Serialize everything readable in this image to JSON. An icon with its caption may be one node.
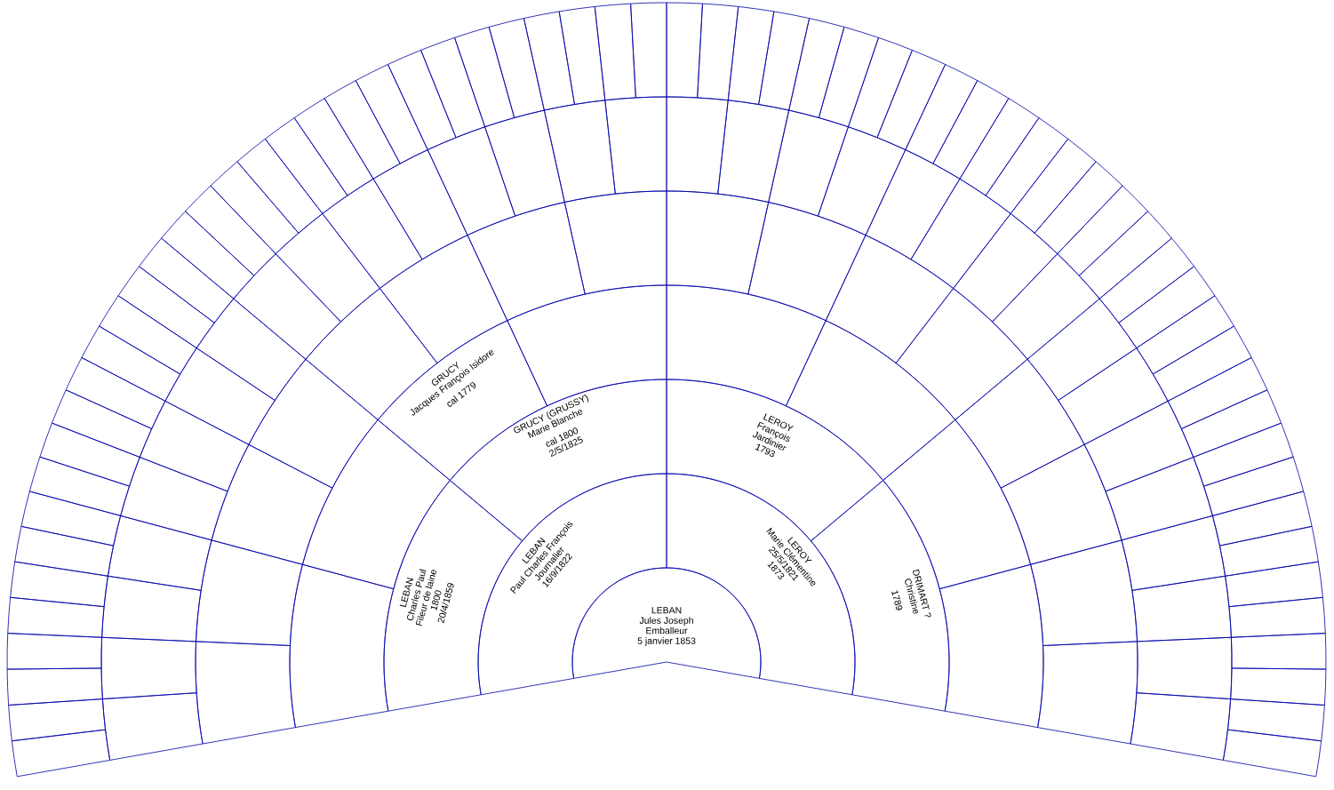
{
  "diagram": {
    "nodes": [
      {
        "text": [
          "LEBAN",
          "Jules Joseph",
          "Emballeur",
          "5 janvier 1853"
        ]
      },
      {
        "text": [
          "LEBAN",
          "Paul Charles François",
          "Journalier",
          "16/9/1822"
        ]
      },
      {
        "text": [
          "LEROY",
          "Marie Clémentine",
          "25/5/1821",
          "1873"
        ]
      },
      {
        "text": [
          "LEBAN",
          "Charles Paul",
          "Fileur de laine",
          "1800",
          "20/4/1859"
        ]
      },
      {
        "text": [
          "GRUCY (GRUSSY)",
          "Marie Blanche",
          "cal 1800",
          "2/5/1825"
        ]
      },
      {
        "text": [
          "LEROY",
          "François",
          "Jardinier",
          "1793"
        ]
      },
      {
        "text": [
          "DRIMART ?",
          "Christine",
          "1789"
        ]
      },
      {
        "text": [],
        "shape": "sector"
      },
      {
        "text": [],
        "shape": "sector"
      },
      {
        "text": [
          "GRUCY",
          "Jacques François Isidore",
          "cal 1779"
        ]
      },
      {
        "text": [],
        "shape": "sector"
      },
      {
        "text": [],
        "shape": "sector"
      },
      {
        "text": [],
        "shape": "sector"
      },
      {
        "text": [],
        "shape": "sector"
      },
      {
        "text": [],
        "shape": "sector"
      },
      {
        "text": [],
        "shape": "sector"
      },
      {
        "text": [],
        "shape": "sector"
      },
      {
        "text": [],
        "shape": "sector"
      },
      {
        "text": [],
        "shape": "sector"
      },
      {
        "text": [],
        "shape": "sector"
      },
      {
        "text": [],
        "shape": "sector"
      },
      {
        "text": [],
        "shape": "sector"
      },
      {
        "text": [],
        "shape": "sector"
      },
      {
        "text": [],
        "shape": "sector"
      },
      {
        "text": [],
        "shape": "sector"
      },
      {
        "text": [],
        "shape": "sector"
      },
      {
        "text": [],
        "shape": "sector"
      },
      {
        "text": [],
        "shape": "sector"
      },
      {
        "text": [],
        "shape": "sector"
      },
      {
        "text": [],
        "shape": "sector"
      },
      {
        "text": [],
        "shape": "sector"
      },
      {
        "text": [],
        "shape": "sector"
      },
      {
        "text": [],
        "shape": "sector"
      },
      {
        "text": [],
        "shape": "sector"
      },
      {
        "text": [],
        "shape": "sector"
      },
      {
        "text": [],
        "shape": "sector"
      },
      {
        "text": [],
        "shape": "sector"
      },
      {
        "text": [],
        "shape": "sector"
      },
      {
        "text": [],
        "shape": "sector"
      },
      {
        "text": [],
        "shape": "sector"
      },
      {
        "text": [],
        "shape": "sector"
      },
      {
        "text": [],
        "shape": "sector"
      },
      {
        "text": [],
        "shape": "sector"
      },
      {
        "text": [],
        "shape": "sector"
      },
      {
        "text": [],
        "shape": "sector"
      },
      {
        "text": [],
        "shape": "sector"
      },
      {
        "text": [],
        "shape": "sector"
      },
      {
        "text": [],
        "shape": "sector"
      },
      {
        "text": [],
        "shape": "sector"
      },
      {
        "text": [],
        "shape": "sector"
      },
      {
        "text": [],
        "shape": "sector"
      },
      {
        "text": [],
        "shape": "sector"
      },
      {
        "text": [],
        "shape": "sector"
      },
      {
        "text": [],
        "shape": "sector"
      },
      {
        "text": [],
        "shape": "sector"
      },
      {
        "text": [],
        "shape": "sector"
      },
      {
        "text": [],
        "shape": "sector"
      },
      {
        "text": [],
        "shape": "sector"
      },
      {
        "text": [],
        "shape": "sector"
      },
      {
        "text": [],
        "shape": "sector"
      },
      {
        "text": [],
        "shape": "sector"
      },
      {
        "text": [],
        "shape": "sector"
      },
      {
        "text": [],
        "shape": "sector"
      },
      {
        "text": [],
        "shape": "sector"
      },
      {
        "text": [],
        "shape": "sector"
      },
      {
        "text": [],
        "shape": "sector"
      },
      {
        "text": [],
        "shape": "sector"
      },
      {
        "text": [],
        "shape": "sector"
      },
      {
        "text": [],
        "shape": "sector"
      },
      {
        "text": [],
        "shape": "sector"
      },
      {
        "text": [],
        "shape": "sector"
      },
      {
        "text": [],
        "shape": "sector"
      },
      {
        "text": [],
        "shape": "sector"
      },
      {
        "text": [],
        "shape": "sector"
      },
      {
        "text": [],
        "shape": "sector"
      },
      {
        "text": [],
        "shape": "sector"
      },
      {
        "text": [],
        "shape": "sector"
      },
      {
        "text": [],
        "shape": "sector"
      },
      {
        "text": [],
        "shape": "sector"
      },
      {
        "text": [],
        "shape": "sector"
      },
      {
        "text": [],
        "shape": "sector"
      },
      {
        "text": [],
        "shape": "sector"
      },
      {
        "text": [],
        "shape": "sector"
      },
      {
        "text": [],
        "shape": "sector"
      },
      {
        "text": [],
        "shape": "sector"
      },
      {
        "text": [],
        "shape": "sector"
      },
      {
        "text": [],
        "shape": "sector"
      },
      {
        "text": [],
        "shape": "sector"
      },
      {
        "text": [],
        "shape": "sector"
      },
      {
        "text": [],
        "shape": "sector"
      },
      {
        "text": [],
        "shape": "sector"
      },
      {
        "text": [],
        "shape": "sector"
      },
      {
        "text": [],
        "shape": "sector"
      },
      {
        "text": [],
        "shape": "sector"
      },
      {
        "text": [],
        "shape": "sector"
      },
      {
        "text": [],
        "shape": "sector"
      },
      {
        "text": [],
        "shape": "sector"
      },
      {
        "text": [],
        "shape": "sector"
      },
      {
        "text": [],
        "shape": "sector"
      },
      {
        "text": [],
        "shape": "sector"
      },
      {
        "text": [],
        "shape": "sector"
      },
      {
        "text": [],
        "shape": "sector"
      },
      {
        "text": [],
        "shape": "sector"
      },
      {
        "text": [],
        "shape": "sector"
      },
      {
        "text": [],
        "shape": "sector"
      },
      {
        "text": [],
        "shape": "sector"
      },
      {
        "text": [],
        "shape": "sector"
      },
      {
        "text": [],
        "shape": "sector"
      },
      {
        "text": [],
        "shape": "sector"
      },
      {
        "text": [],
        "shape": "sector"
      },
      {
        "text": [],
        "shape": "sector"
      },
      {
        "text": [],
        "shape": "sector"
      },
      {
        "text": [],
        "shape": "sector"
      },
      {
        "text": [],
        "shape": "sector"
      },
      {
        "text": [],
        "shape": "sector"
      },
      {
        "text": [],
        "shape": "sector"
      },
      {
        "text": [],
        "shape": "sector"
      },
      {
        "text": [],
        "shape": "sector"
      },
      {
        "text": [],
        "shape": "sector"
      },
      {
        "text": [],
        "shape": "sector"
      },
      {
        "text": [],
        "shape": "sector"
      },
      {
        "text": [],
        "shape": "sector"
      },
      {
        "text": [],
        "shape": "sector"
      },
      {
        "text": [],
        "shape": "sector"
      },
      {
        "text": [],
        "shape": "sector"
      },
      {
        "text": [],
        "shape": "sector"
      },
      {
        "text": [],
        "shape": "sector"
      }
    ]
  }
}
